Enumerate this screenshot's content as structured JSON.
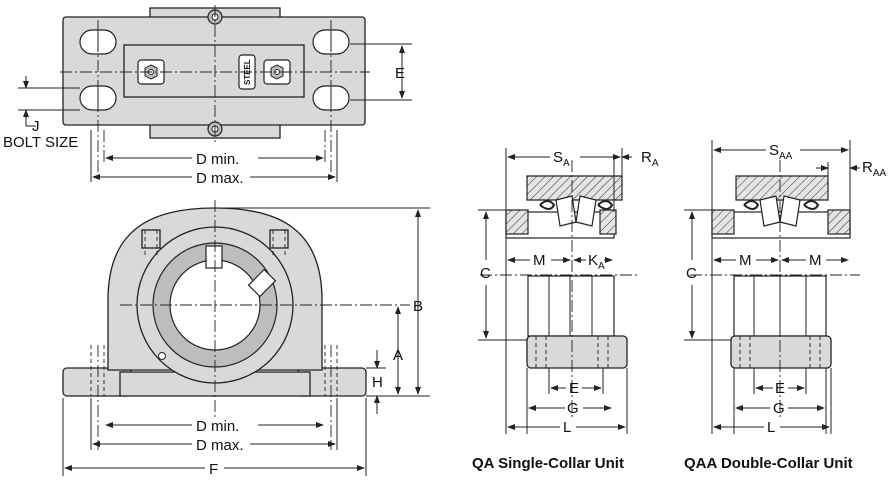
{
  "top_view": {
    "label_e": "E",
    "label_j": "J",
    "label_bolt_size": "BOLT SIZE",
    "label_d_min": "D min.",
    "label_d_max": "D max.",
    "label_steel": "STEEL"
  },
  "front_view": {
    "label_b": "B",
    "label_a": "A",
    "label_h": "H",
    "label_d_min": "D min.",
    "label_d_max": "D max.",
    "label_f": "F"
  },
  "qa_unit": {
    "caption": "QA Single-Collar Unit",
    "label_s": "S",
    "label_s_sub": "A",
    "label_r": "R",
    "label_r_sub": "A",
    "label_c": "C",
    "label_m": "M",
    "label_k": "K",
    "label_k_sub": "A",
    "label_e": "E",
    "label_g": "G",
    "label_l": "L"
  },
  "qaa_unit": {
    "caption": "QAA Double-Collar Unit",
    "label_s": "S",
    "label_s_sub": "AA",
    "label_r": "R",
    "label_r_sub": "AA",
    "label_c": "C",
    "label_m1": "M",
    "label_m2": "M",
    "label_e": "E",
    "label_g": "G",
    "label_l": "L"
  }
}
